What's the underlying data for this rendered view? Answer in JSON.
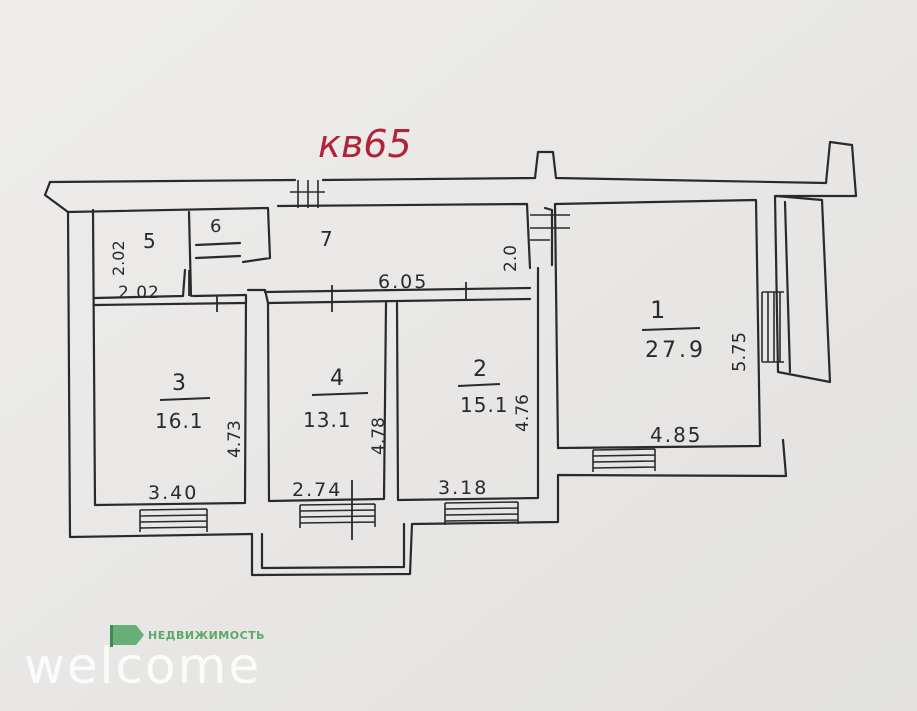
{
  "plan": {
    "title": "кв65",
    "ink_color": "#2a2a2c",
    "title_color": "#b0243a",
    "rooms": [
      {
        "number": "1",
        "area": "27.9",
        "dim_a": "5.75",
        "dim_b": "4.85"
      },
      {
        "number": "2",
        "area": "15.1",
        "dim_a": "4.76",
        "dim_b": "3.18"
      },
      {
        "number": "3",
        "area": "16.1",
        "dim_a": "4.73",
        "dim_b": "3.40"
      },
      {
        "number": "4",
        "area": "13.1",
        "dim_a": "4.78",
        "dim_b": "2.74"
      },
      {
        "number": "5",
        "area": "",
        "dim_a": "2.02",
        "dim_b": "2.02"
      },
      {
        "number": "6",
        "area": "",
        "dim_a": "",
        "dim_b": ""
      },
      {
        "number": "7",
        "area": "",
        "dim_a": "2.0",
        "dim_b": "6.05"
      }
    ]
  },
  "watermark": {
    "word": "welcome",
    "tagline": "НЕДВИЖИМОСТЬ",
    "accent_color": "#5aa86a",
    "icon": "flag-logo-icon"
  }
}
